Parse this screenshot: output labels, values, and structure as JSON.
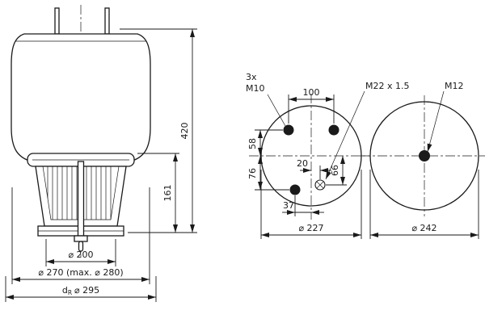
{
  "colors": {
    "line": "#1a1a1a",
    "background": "#ffffff"
  },
  "side_view": {
    "height_total": "420",
    "piston_height": "161",
    "d200": "⌀ 200",
    "d270": "⌀ 270 (max. ⌀ 280)",
    "dr_d": "d",
    "dr_sub": "R",
    "dr_val": "⌀ 295"
  },
  "flange_view": {
    "studs_qty": "3x",
    "studs_thread": "M10",
    "stud_spacing": "100",
    "port_thread": "M22 x 1.5",
    "dim_58": "58",
    "dim_76": "76",
    "dim_20": "20",
    "dim_66": "66",
    "dim_37": "37",
    "diameter": "⌀ 227"
  },
  "blind_view": {
    "thread": "M12",
    "diameter": "⌀ 242"
  }
}
